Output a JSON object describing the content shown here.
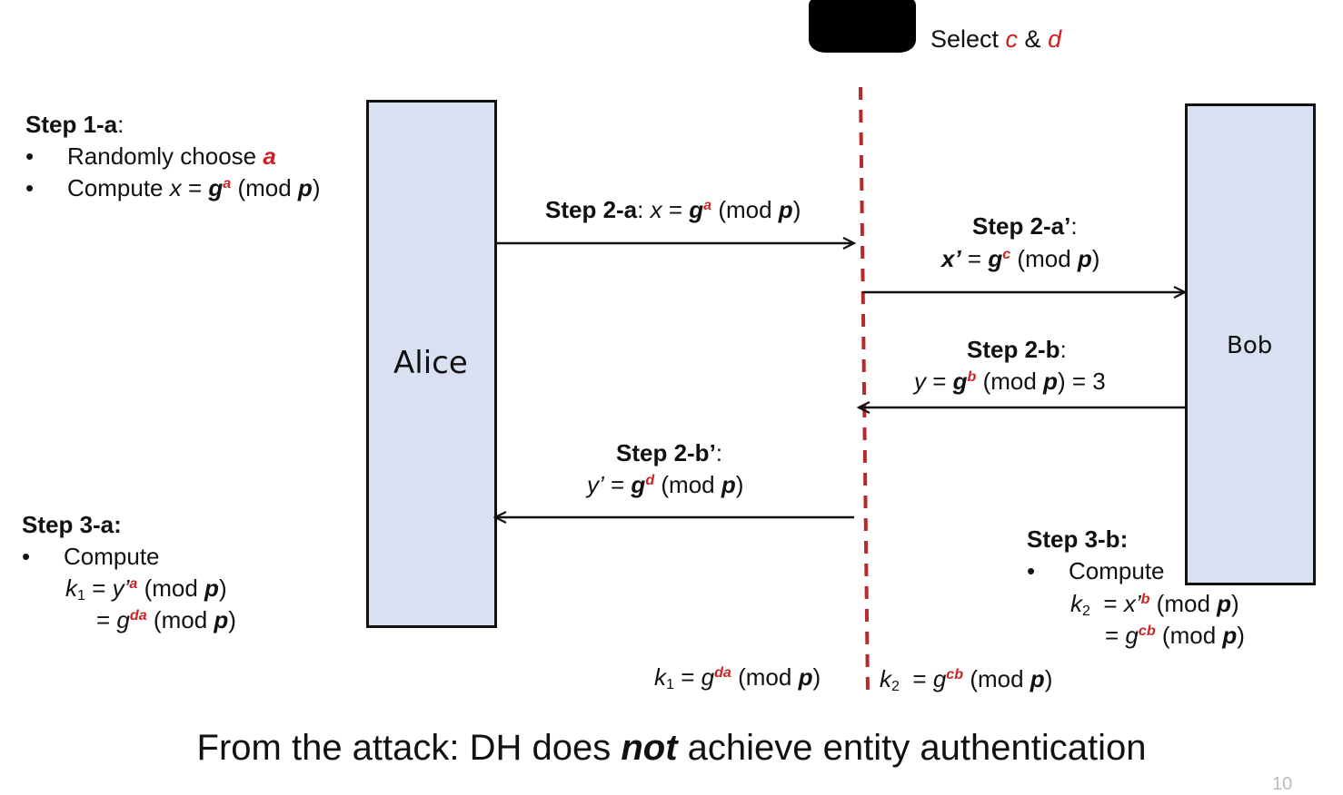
{
  "top": {
    "select_prefix": "Select ",
    "c": "c",
    "amp": " & ",
    "d": "d"
  },
  "alice": {
    "label": "Alice"
  },
  "bob": {
    "label": "Bob"
  },
  "step1a": {
    "title": "Step 1-a",
    "colon": ":",
    "bullet1_text": "Randomly choose ",
    "bullet1_var": "a",
    "bullet2_text": "Compute ",
    "x": "x",
    "eq": " = ",
    "g": "g",
    "a": "a",
    "mod_open": " (mod ",
    "p": "p",
    "close": ")"
  },
  "step2a": {
    "title": "Step 2-a",
    "colon": ": ",
    "x": "x",
    "eq": " = ",
    "g": "g",
    "a": "a",
    "mod_open": " (mod ",
    "p": "p",
    "close": ")"
  },
  "step2a_prime": {
    "title": "Step 2-a’",
    "colon": ":",
    "x": "x’",
    "eq": " = ",
    "g": "g",
    "c": "c",
    "mod_open": " (mod ",
    "p": "p",
    "close": ")"
  },
  "step2b": {
    "title": "Step 2-b",
    "colon": ":",
    "y": "y",
    "eq": " = ",
    "g": "g",
    "b": "b",
    "mod_open": " (mod ",
    "p": "p",
    "close": ") = 3"
  },
  "step2b_prime": {
    "title": "Step 2-b’",
    "colon": ":",
    "y": "y’",
    "eq": " = ",
    "g": "g",
    "d": "d",
    "mod_open": " (mod ",
    "p": "p",
    "close": ")"
  },
  "step3a": {
    "title": "Step 3-a:",
    "compute": "Compute",
    "k": "k",
    "k_sub": "1",
    "line1_eq": " = ",
    "y": "y’",
    "a": "a",
    "mod_open": " (mod ",
    "p": "p",
    "close": ")",
    "line2_eq": "= ",
    "g": "g",
    "da": "da"
  },
  "step3b": {
    "title": "Step 3-b:",
    "compute": "Compute",
    "k": "k",
    "k_sub": "2",
    "line1_eq": "  = ",
    "x": "x’",
    "b": "b",
    "mod_open": " (mod ",
    "p": "p",
    "close": ")",
    "line2_eq": "= ",
    "g": "g",
    "cb": "cb"
  },
  "bottom_keys": {
    "k1": "k",
    "k1_sub": "1",
    "k1_eq": " = ",
    "g1": "g",
    "da": "da",
    "mod_open": " (mod ",
    "p": "p",
    "close": ")",
    "k2": "k",
    "k2_sub": "2",
    "k2_eq": "  = ",
    "g2": "g",
    "cb": "cb"
  },
  "footer": {
    "prefix": "From the attack: DH does ",
    "not": "not",
    "suffix": " achieve entity authentication"
  },
  "page_number": "10",
  "colors": {
    "accent_red": "#cc2222",
    "box_fill": "#d9e0f1",
    "dashed_line": "#b52a2a"
  }
}
